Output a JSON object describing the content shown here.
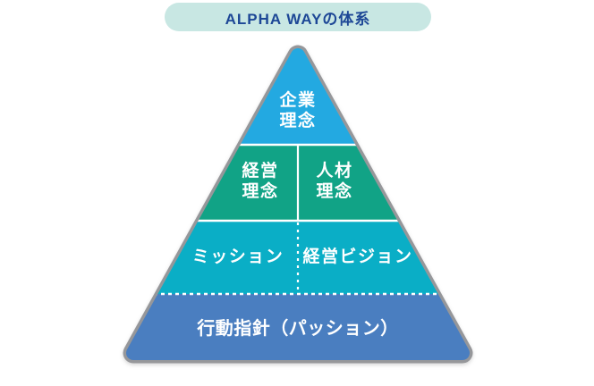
{
  "title": "ALPHA WAYの体系",
  "colors": {
    "banner_bg": "#c8e7e3",
    "banner_text": "#1d4796",
    "tier1": "#23a9e1",
    "tier2": "#11a386",
    "tier3": "#0aaec6",
    "tier4": "#4a7ec0",
    "border": "#96979a",
    "divider": "#ffffff",
    "label_text": "#ffffff"
  },
  "pyramid": {
    "tiers": [
      {
        "name": "corporate-philosophy",
        "cells": [
          {
            "lines": [
              "企業",
              "理念"
            ]
          }
        ]
      },
      {
        "name": "philosophies",
        "cells": [
          {
            "lines": [
              "経営",
              "理念"
            ]
          },
          {
            "lines": [
              "人材",
              "理念"
            ]
          }
        ]
      },
      {
        "name": "mission-vision",
        "cells": [
          {
            "label": "ミッション"
          },
          {
            "label": "経営ビジョン"
          }
        ]
      },
      {
        "name": "action-guideline",
        "cells": [
          {
            "label": "行動指針（パッション）"
          }
        ]
      }
    ]
  }
}
